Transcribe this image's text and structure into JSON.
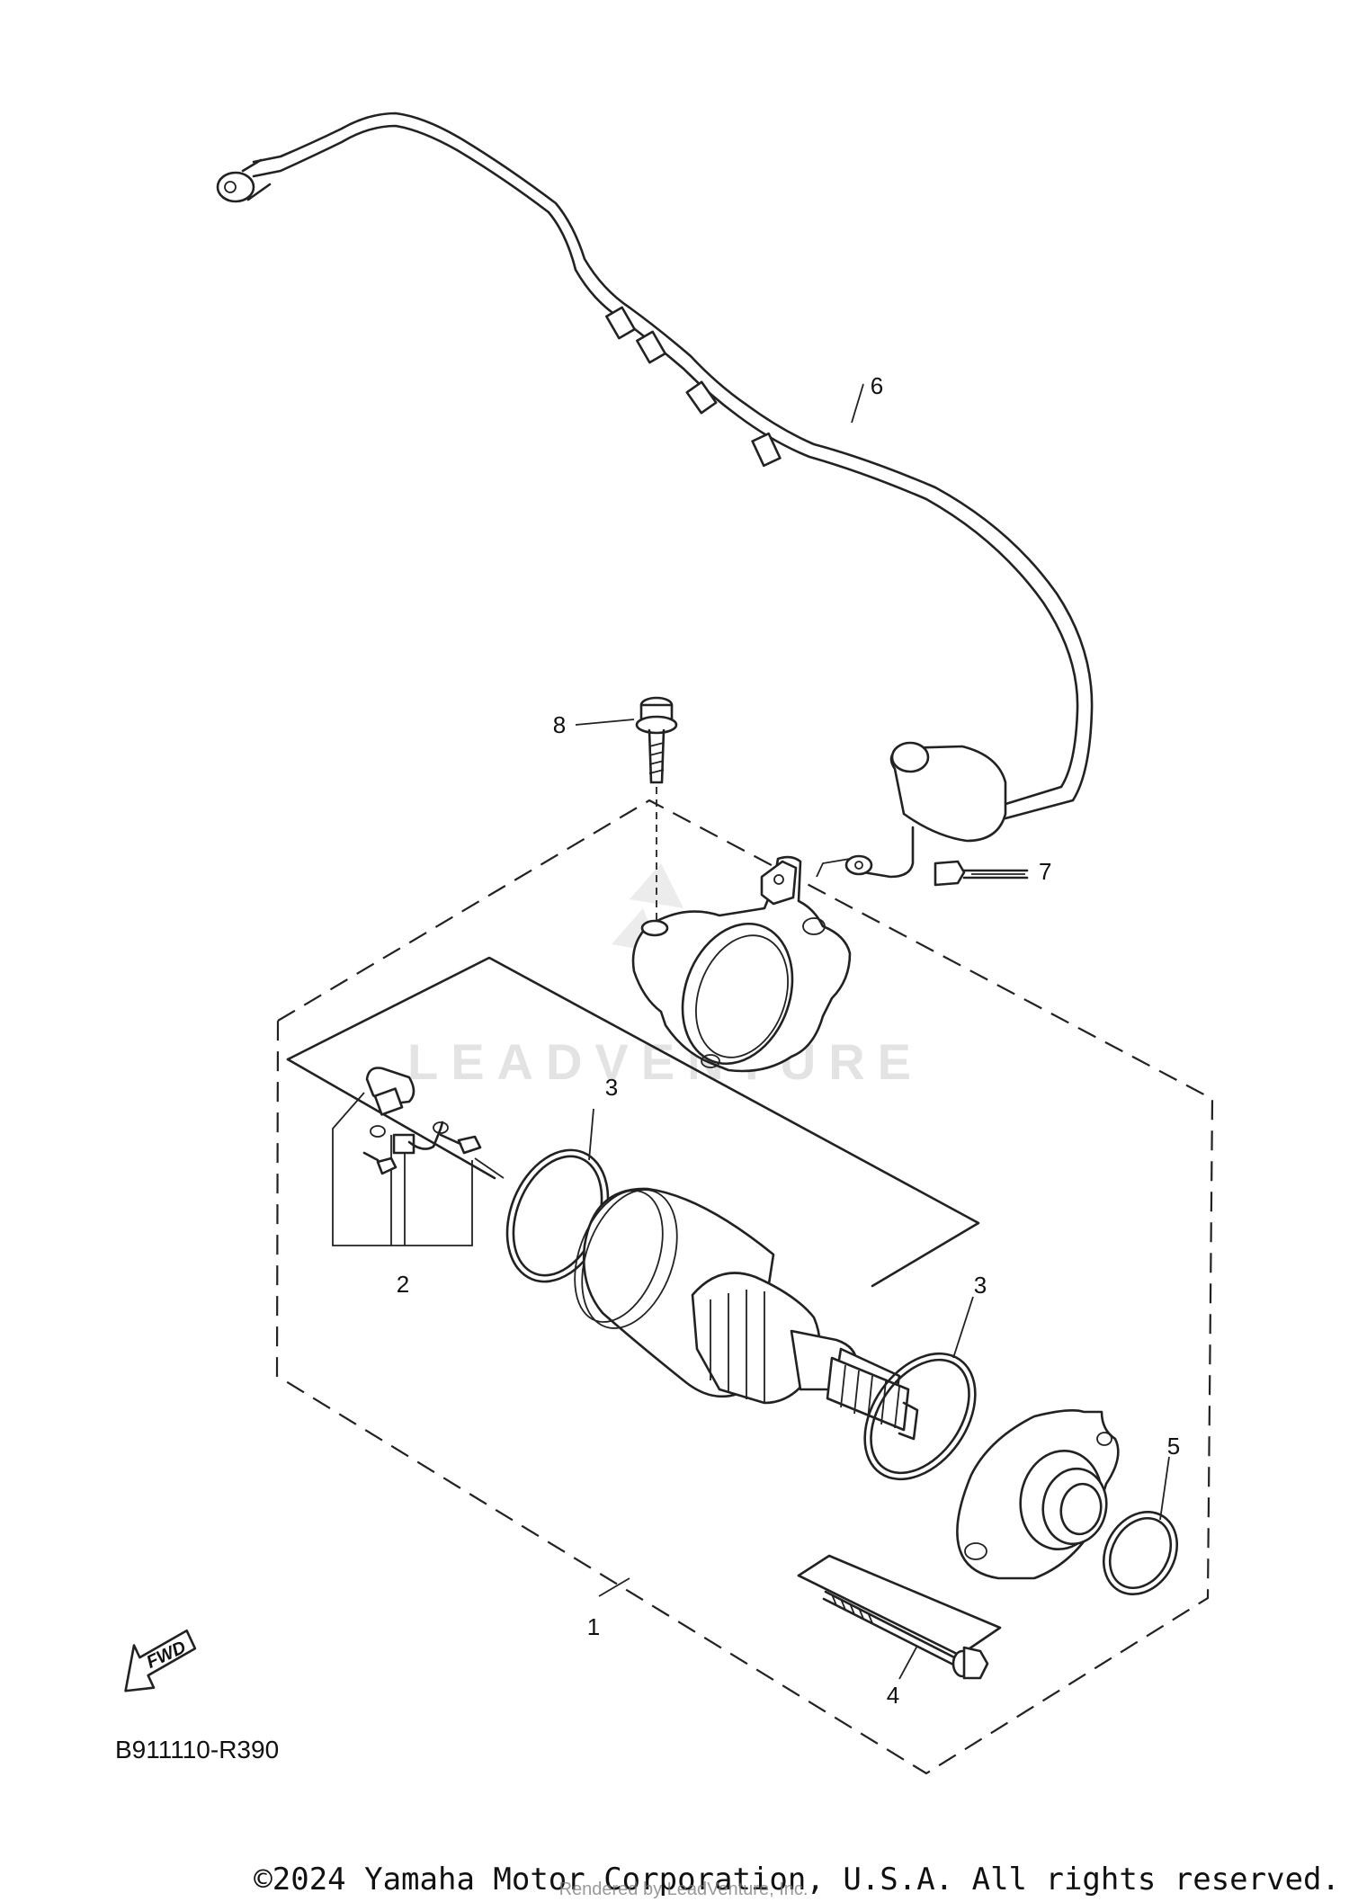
{
  "callouts": [
    {
      "id": "1",
      "label": "1"
    },
    {
      "id": "2",
      "label": "2"
    },
    {
      "id": "3a",
      "label": "3"
    },
    {
      "id": "3b",
      "label": "3"
    },
    {
      "id": "4",
      "label": "4"
    },
    {
      "id": "5",
      "label": "5"
    },
    {
      "id": "6",
      "label": "6"
    },
    {
      "id": "7",
      "label": "7"
    },
    {
      "id": "8",
      "label": "8"
    }
  ],
  "fwd_label": "FWD",
  "diagram_code": "B911110-R390",
  "watermark": "LEADVENTURE",
  "copyright": "©2024 Yamaha Motor Corporation, U.S.A. All rights reserved.",
  "rendered_by": "Rendered by LeadVenture, Inc."
}
